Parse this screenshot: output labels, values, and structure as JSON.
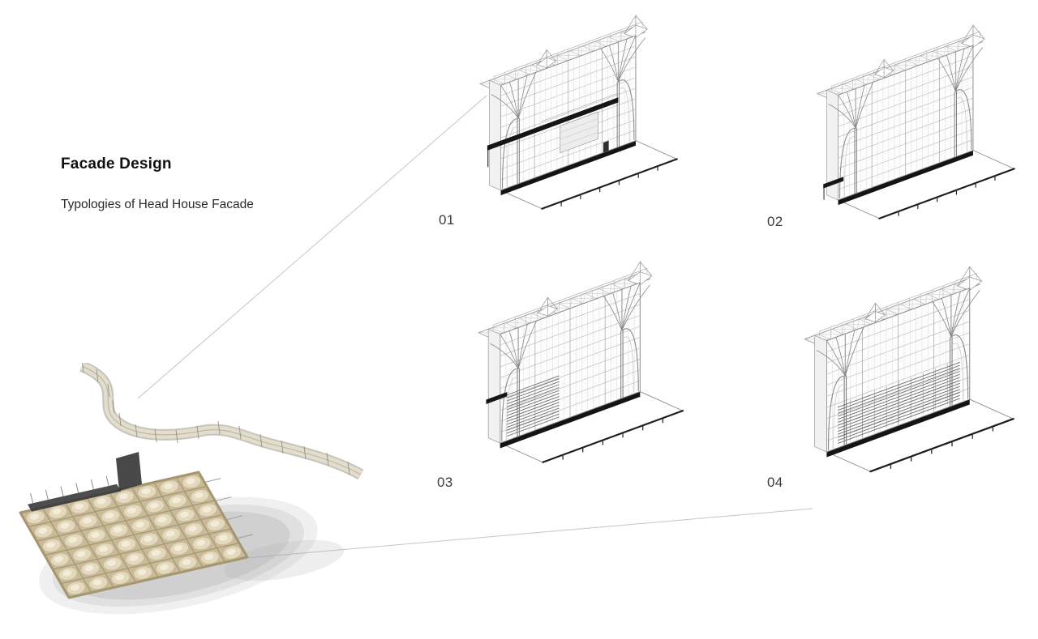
{
  "slide": {
    "title": "Facade Design",
    "subtitle": "Typologies of Head House Facade"
  },
  "typologies": [
    {
      "label": "01"
    },
    {
      "label": "02"
    },
    {
      "label": "03"
    },
    {
      "label": "04"
    }
  ],
  "colors": {
    "ink": "#141414",
    "wireframe": "#8c8c8c",
    "wireframe_light": "#c6c6c6",
    "callout_line": "#c5c5c5",
    "canopy_tan": "#c9ba99",
    "canopy_grid": "#a5966f",
    "canopy_highlight": "#e7ddc1"
  }
}
